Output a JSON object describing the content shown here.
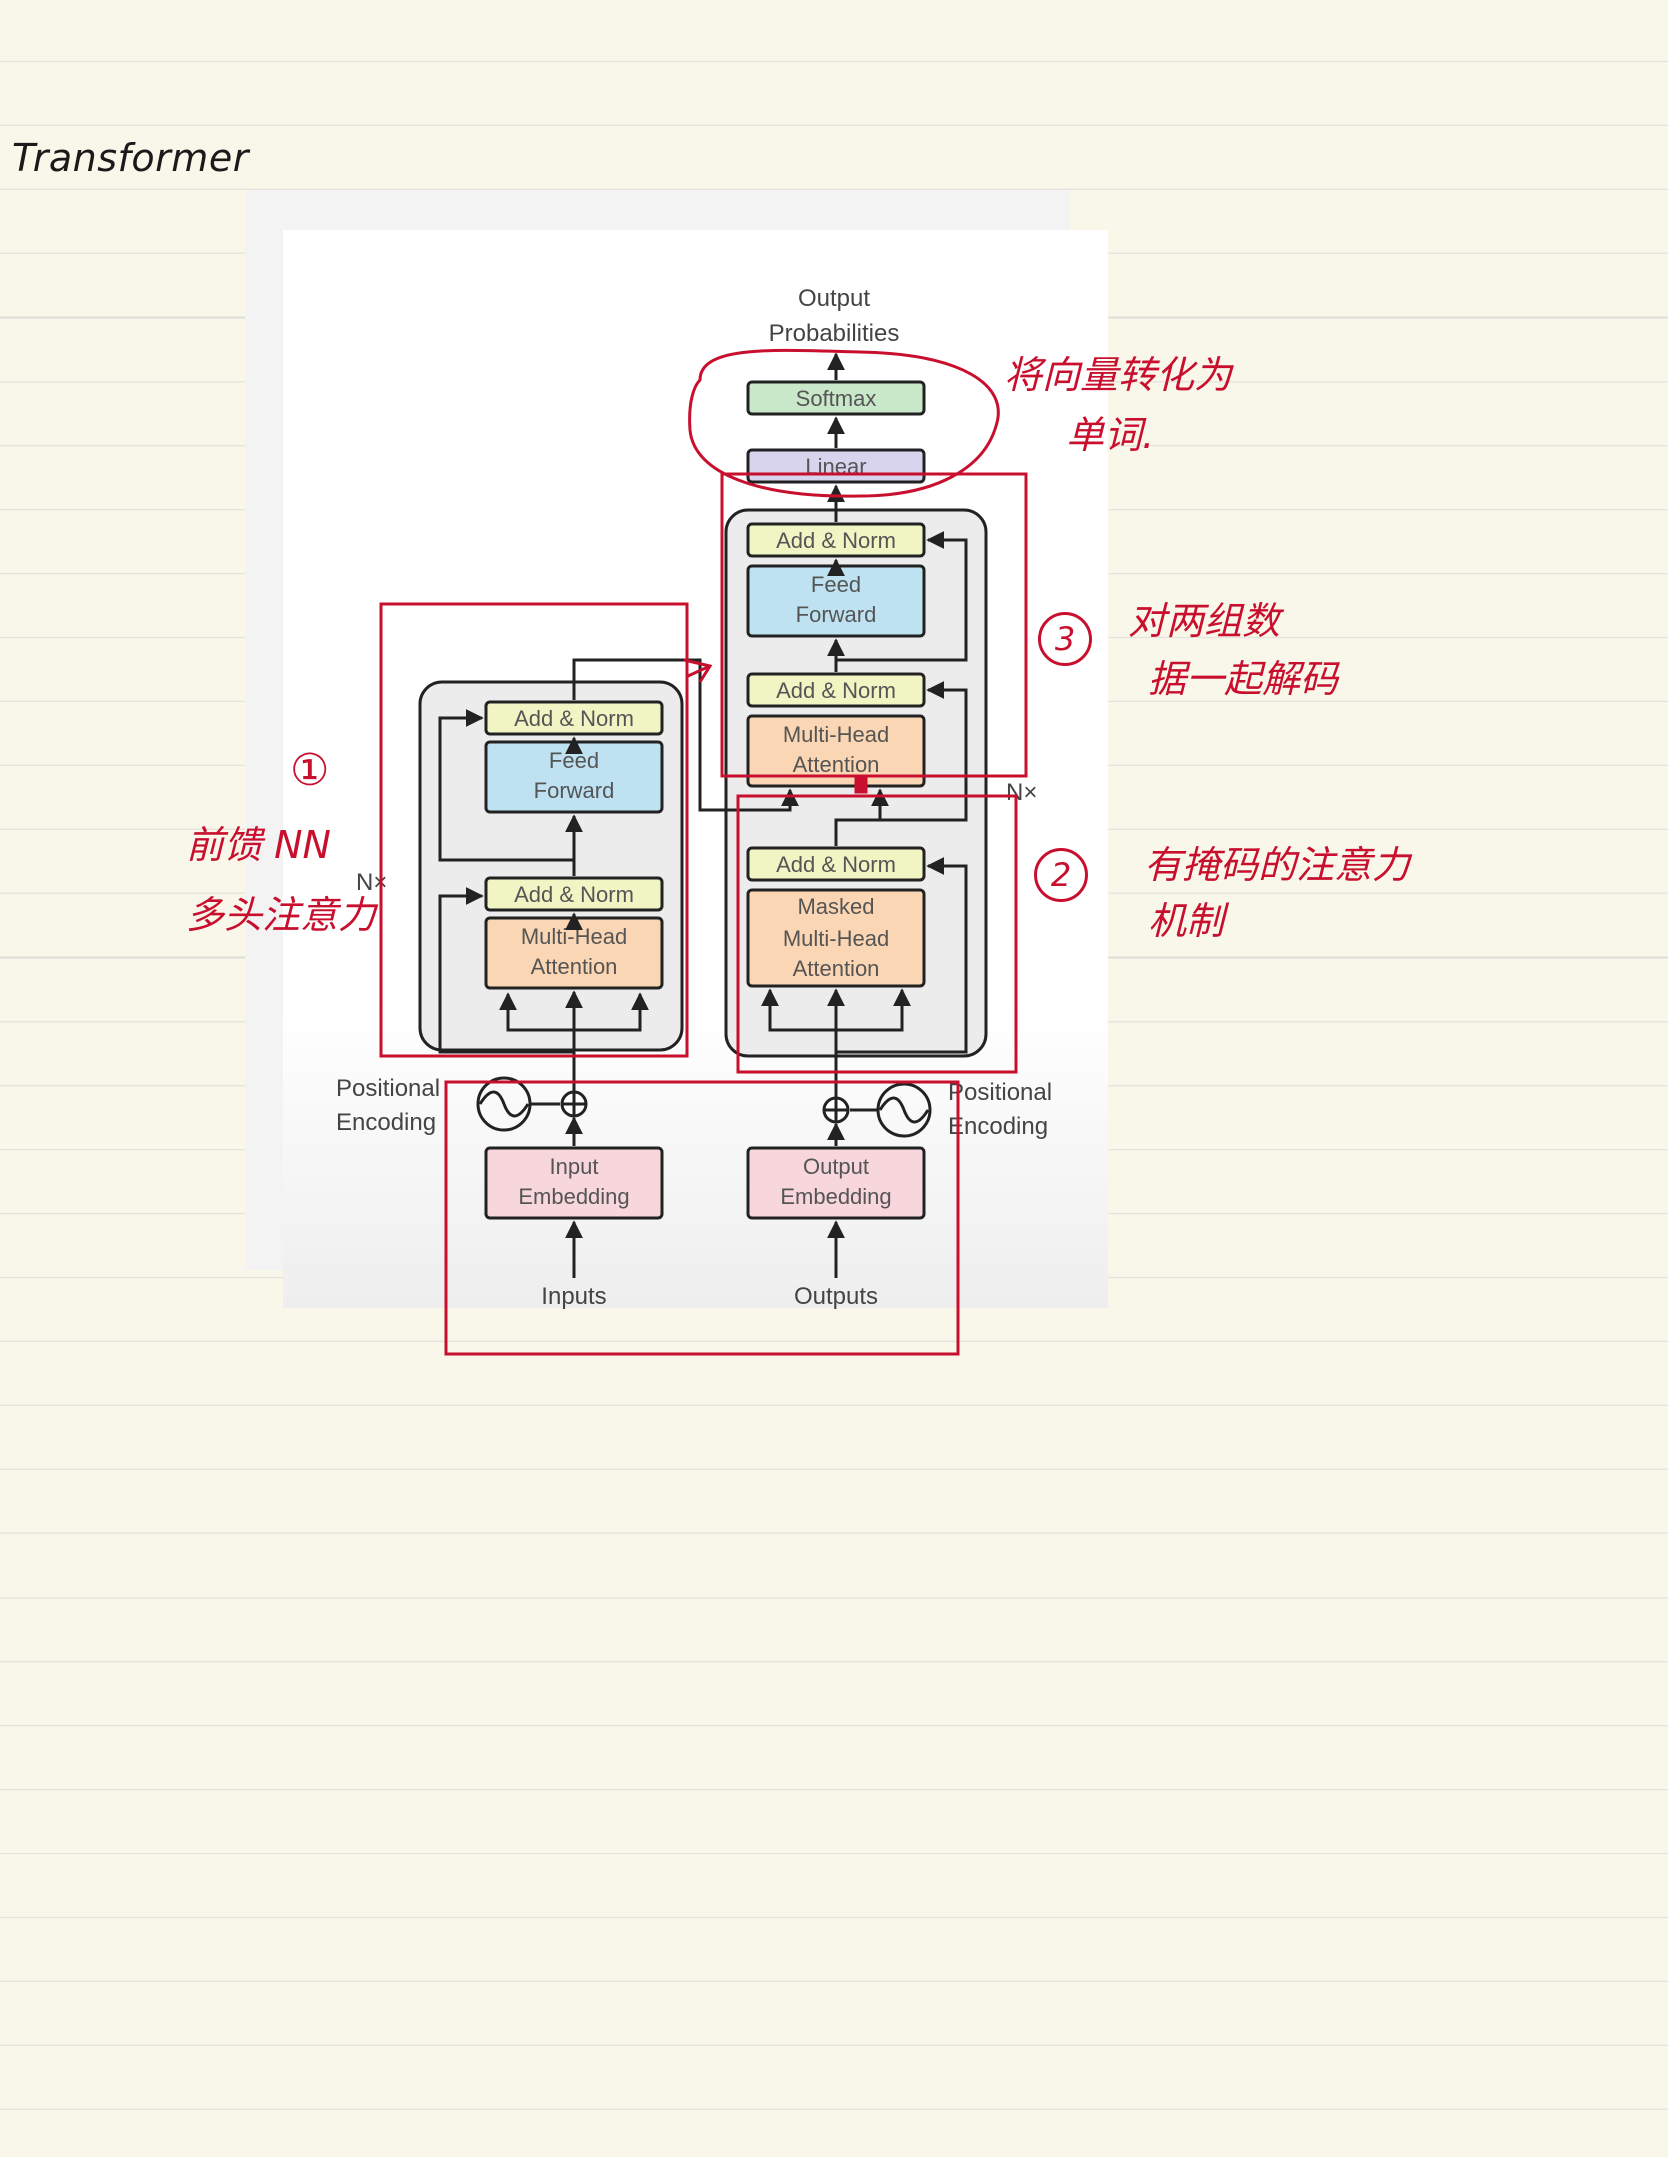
{
  "note": {
    "title": "Transformer"
  },
  "diagram": {
    "output_probabilities": [
      "Output",
      "Probabilities"
    ],
    "softmax": "Softmax",
    "linear": "Linear",
    "add_norm": "Add & Norm",
    "feed_forward": [
      "Feed",
      "Forward"
    ],
    "multi_head_attention": [
      "Multi-Head",
      "Attention"
    ],
    "masked_multi_head_attention": [
      "Masked",
      "Multi-Head",
      "Attention"
    ],
    "nx": "N×",
    "positional_encoding": [
      "Positional",
      "Encoding"
    ],
    "input_embedding": [
      "Input",
      "Embedding"
    ],
    "output_embedding": [
      "Output",
      "Embedding"
    ],
    "inputs": "Inputs",
    "outputs": "Outputs"
  },
  "annotations": {
    "color": "#c8102e",
    "encoder_number": "①",
    "encoder_lines": [
      "前馈 NN",
      "多头注意力"
    ],
    "masked_number": "2",
    "masked_lines": [
      "有掩码的注意力",
      "机制"
    ],
    "cross_number": "3",
    "cross_lines": [
      "对两组数",
      "据一起解码"
    ],
    "output_lines": [
      "将向量转化为",
      "单词."
    ]
  },
  "colors": {
    "add_norm": "#f1f5c4",
    "feed_forward": "#bfe2f3",
    "attention": "#fbd6b4",
    "embedding": "#f7d6dc",
    "softmax": "#c9e7c9",
    "linear": "#d9d4ee",
    "stack_bg": "#ececec"
  }
}
